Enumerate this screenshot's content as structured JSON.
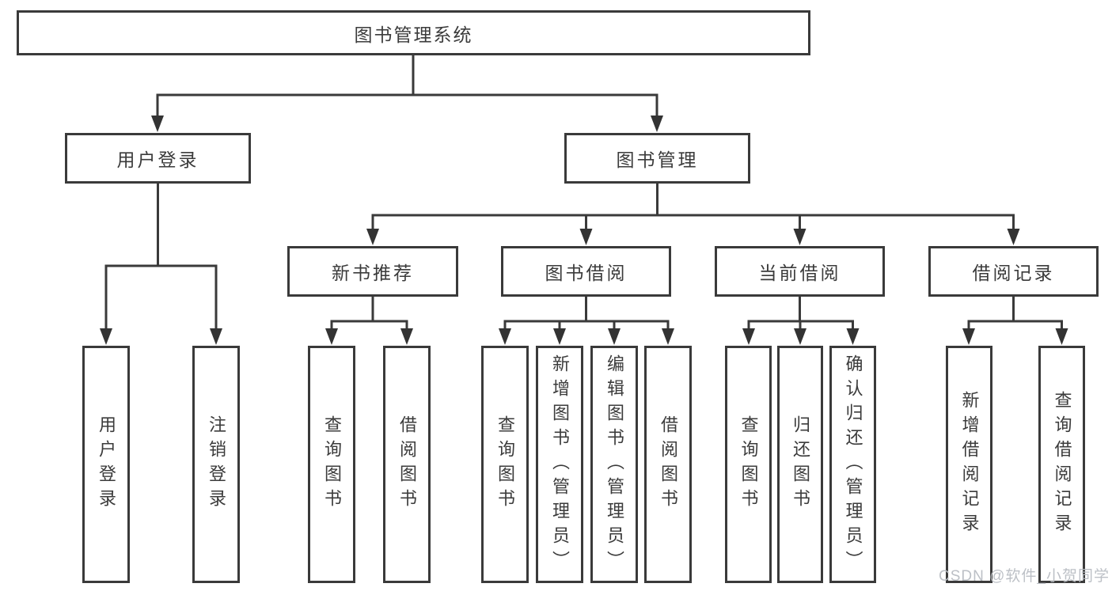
{
  "diagram": {
    "root": {
      "label": "图书管理系统"
    },
    "user_login": {
      "label": "用户登录",
      "children": [
        {
          "label": "用户登录"
        },
        {
          "label": "注销登录"
        }
      ]
    },
    "book_management": {
      "label": "图书管理",
      "children": [
        {
          "label": "新书推荐",
          "children": [
            {
              "label": "查询图书"
            },
            {
              "label": "借阅图书"
            }
          ]
        },
        {
          "label": "图书借阅",
          "children": [
            {
              "label": "查询图书"
            },
            {
              "label": "新增图书（管理员）"
            },
            {
              "label": "编辑图书（管理员）"
            },
            {
              "label": "借阅图书"
            }
          ]
        },
        {
          "label": "当前借阅",
          "children": [
            {
              "label": "查询图书"
            },
            {
              "label": "归还图书"
            },
            {
              "label": "确认归还（管理员）"
            }
          ]
        },
        {
          "label": "借阅记录",
          "children": [
            {
              "label": "新增借阅记录"
            },
            {
              "label": "查询借阅记录"
            }
          ]
        }
      ]
    }
  },
  "watermark": {
    "text": "CSDN @软件_小贺同学"
  },
  "colors": {
    "border": "#3a3a3a",
    "line": "#3a3a3a",
    "arrow": "#333333",
    "text": "#3b3b3b",
    "background": "#ffffff",
    "watermark": "#b9bdc3"
  }
}
